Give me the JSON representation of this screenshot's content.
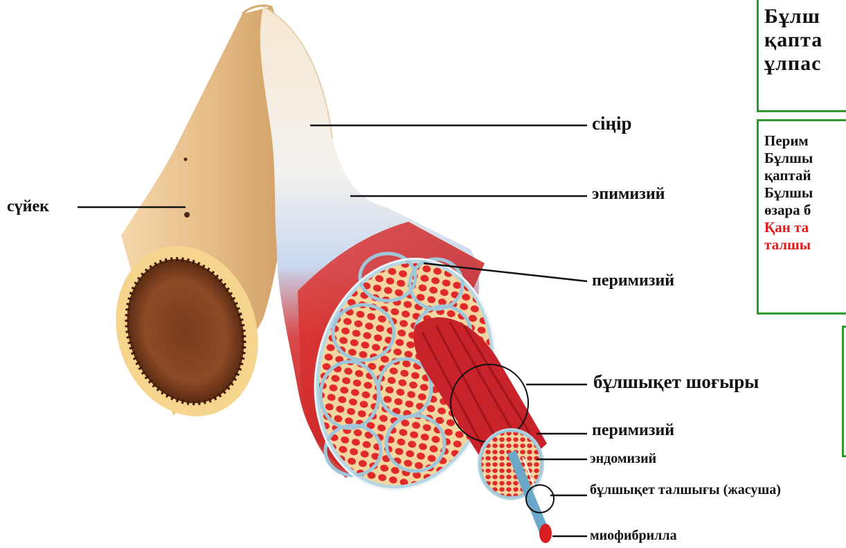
{
  "labels": {
    "bone": "сүйек",
    "tendon": "сіңір",
    "epimysium": "эпимизий",
    "perimysium_top": "перимизий",
    "muscle_bundle": "бұлшықет шоғыры",
    "perimysium_bottom": "перимизий",
    "endomysium": "эндомизий",
    "muscle_fiber": "бұлшықет талшығы (жасуша)",
    "myofibril": "миофибрилла"
  },
  "box_epimysium": {
    "lines": [
      "Бұлш",
      "қапта",
      "ұлпас"
    ]
  },
  "box_perimysium": {
    "title": "Перим",
    "lines": [
      "Бұлшы",
      "қаптай",
      "Бұлшы",
      "өзара б"
    ],
    "red_lines": [
      "Қан та",
      "талшы"
    ]
  },
  "colors": {
    "box_border": "#2e9b2e",
    "title_green": "#1a8a1a",
    "red_text": "#e01b1b",
    "muscle_red": "#d8282a",
    "bone_tan": "#e9c48f",
    "tendon_white": "#f4f1ec"
  }
}
